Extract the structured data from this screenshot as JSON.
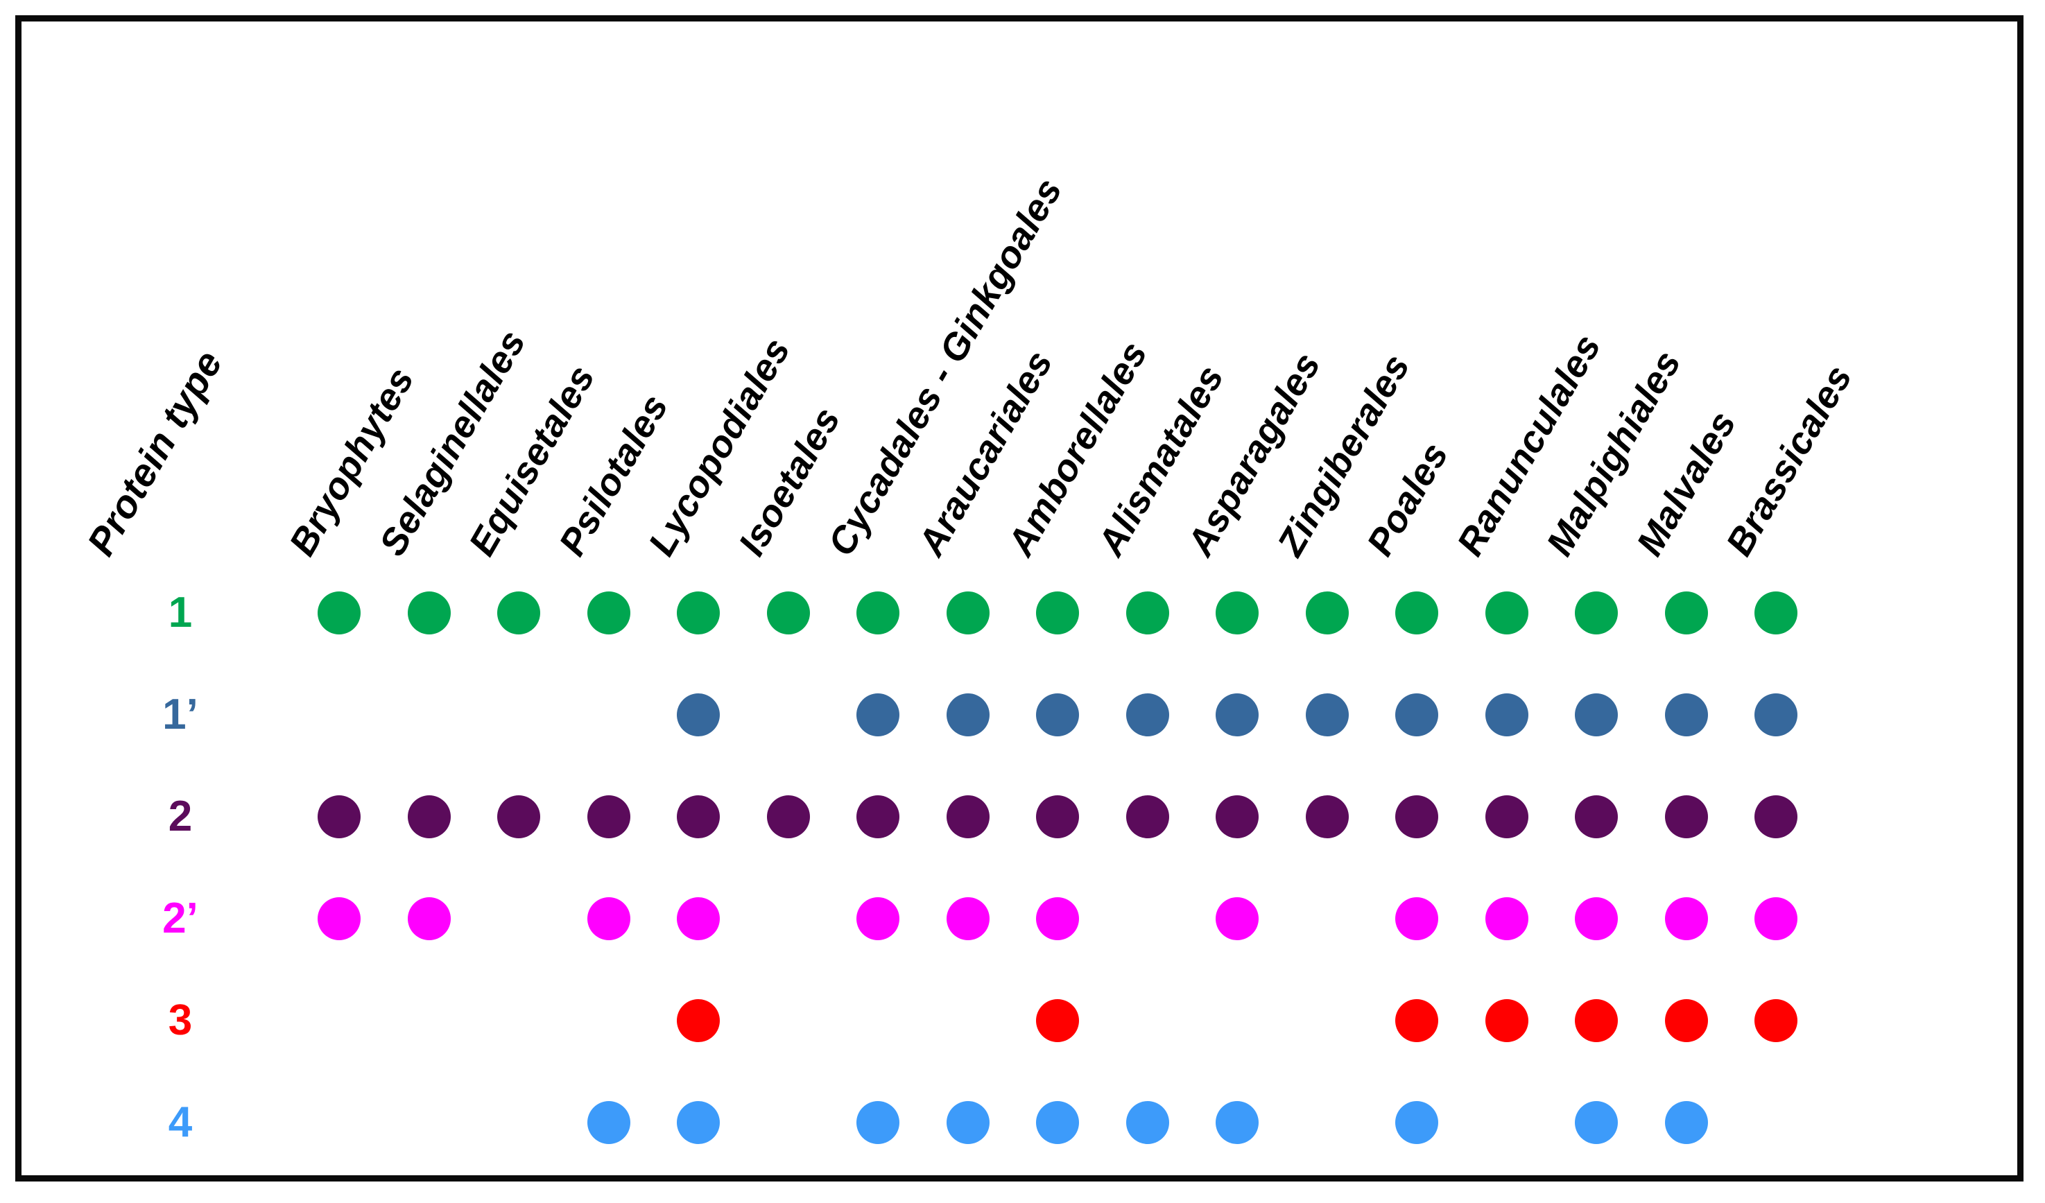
{
  "figure": {
    "row_header_label": "Protein type",
    "border_color": "#0a0a0a",
    "background_color": "#ffffff"
  },
  "chart_data": {
    "type": "heatmap",
    "title": "",
    "xlabel": "",
    "ylabel": "Protein type",
    "legend_position": "none",
    "grid": false,
    "notes": "Presence/absence dot matrix: filled circle = protein type present in that plant order.",
    "categories": [
      "Bryophytes",
      "Selaginellales",
      "Equisetales",
      "Psilotales",
      "Lycopodiales",
      "Isoetales",
      "Cycadales - Ginkgoales",
      "Araucariales",
      "Amborellales",
      "Alismatales",
      "Asparagales",
      "Zingiberales",
      "Poales",
      "Ranunculales",
      "Malpighiales",
      "Malvales",
      "Brassicales"
    ],
    "series": [
      {
        "name": "1",
        "color": "#00a650",
        "values": [
          1,
          1,
          1,
          1,
          1,
          1,
          1,
          1,
          1,
          1,
          1,
          1,
          1,
          1,
          1,
          1,
          1
        ]
      },
      {
        "name": "1’",
        "color": "#36689c",
        "values": [
          0,
          0,
          0,
          0,
          1,
          0,
          1,
          1,
          1,
          1,
          1,
          1,
          1,
          1,
          1,
          1,
          1
        ]
      },
      {
        "name": "2",
        "color": "#5b0b5b",
        "values": [
          1,
          1,
          1,
          1,
          1,
          1,
          1,
          1,
          1,
          1,
          1,
          1,
          1,
          1,
          1,
          1,
          1
        ]
      },
      {
        "name": "2’",
        "color": "#ff00ff",
        "values": [
          1,
          1,
          0,
          1,
          1,
          0,
          1,
          1,
          1,
          0,
          1,
          0,
          1,
          1,
          1,
          1,
          1
        ]
      },
      {
        "name": "3",
        "color": "#ff0000",
        "values": [
          0,
          0,
          0,
          0,
          1,
          0,
          0,
          0,
          1,
          0,
          0,
          0,
          1,
          1,
          1,
          1,
          1
        ]
      },
      {
        "name": "4",
        "color": "#3d9bfa",
        "values": [
          0,
          0,
          0,
          1,
          1,
          0,
          1,
          1,
          1,
          1,
          1,
          0,
          1,
          0,
          1,
          1,
          0
        ]
      }
    ]
  }
}
